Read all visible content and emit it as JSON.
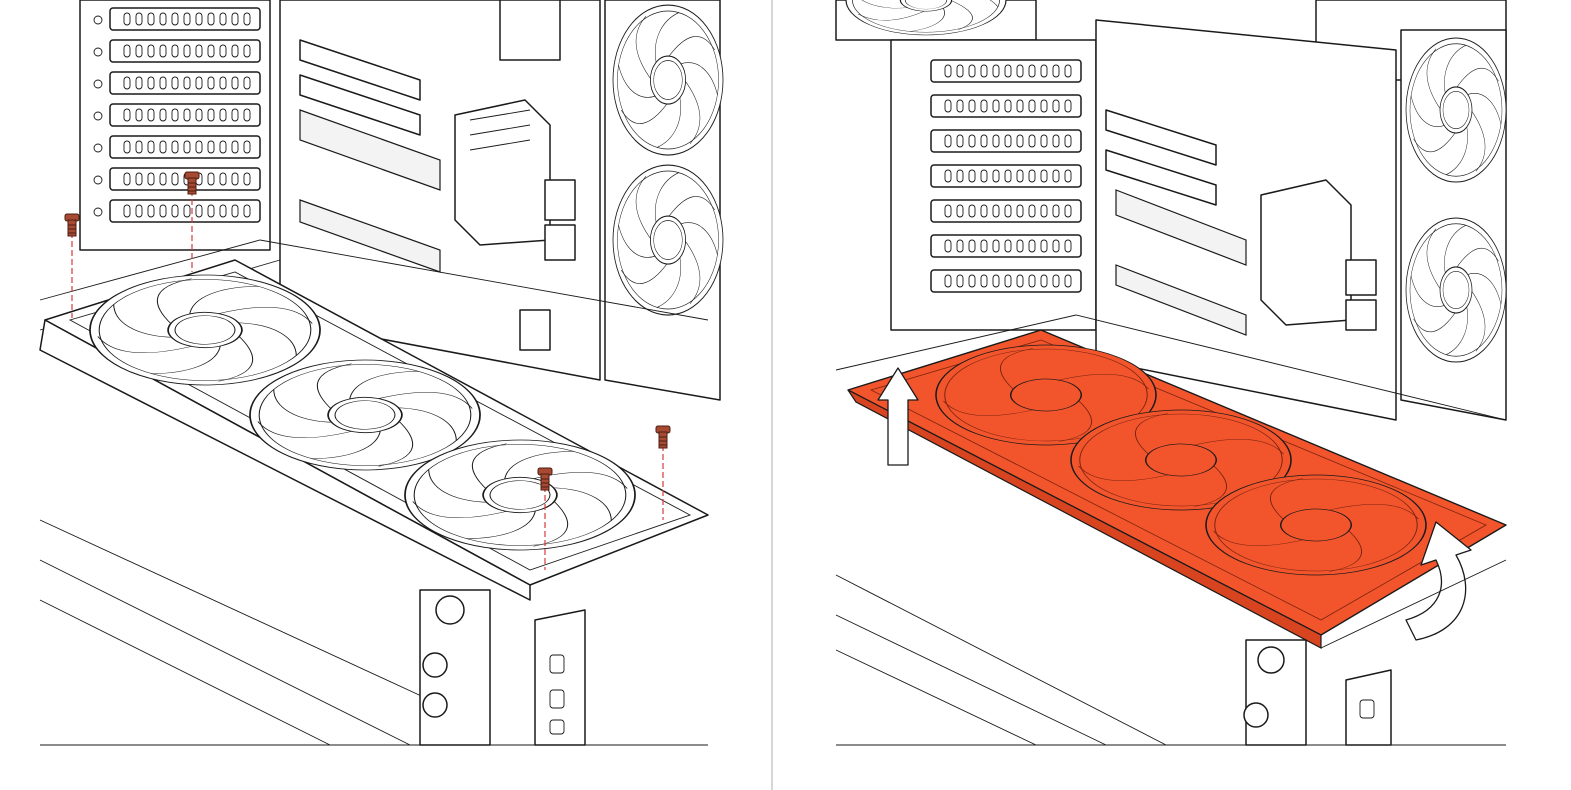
{
  "figure": {
    "panels": [
      {
        "step": "remove-screws",
        "screw_count": 4,
        "highlight": false
      },
      {
        "step": "lift-out-radiator-bracket",
        "highlight": true
      }
    ],
    "colors": {
      "highlight": "#f2552c",
      "screw": "#a84a32",
      "guide_line": "#d9383a",
      "line_art": "#1a1a1a",
      "divider": "#d6d6d6"
    },
    "icons": [
      "screw-icon",
      "fan-icon",
      "lift-arrow-icon",
      "tilt-arrow-icon"
    ]
  }
}
